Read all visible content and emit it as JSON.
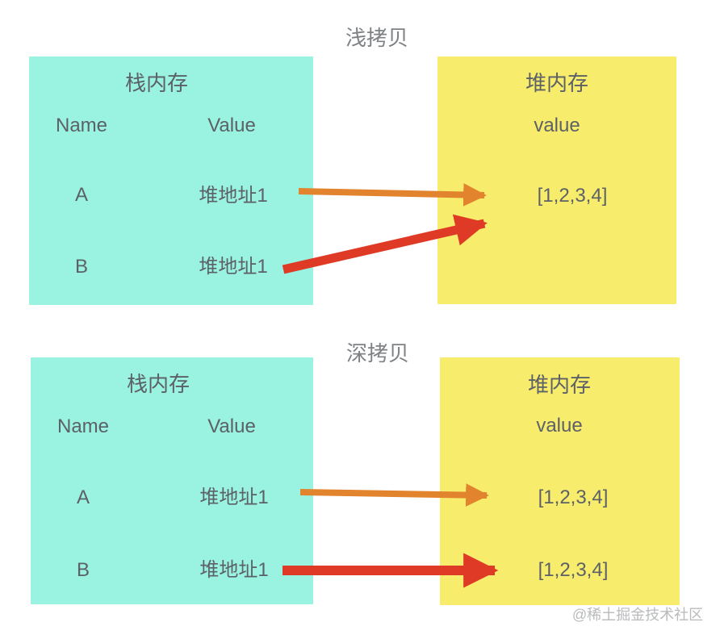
{
  "colors": {
    "stack_box": "#9AF2E1",
    "heap_box": "#F8EC6C",
    "text": "#5C6167",
    "title": "#7E8285",
    "orange_arrow": "#E2832E",
    "red_arrow": "#DF3A26",
    "watermark": "#B8BABC"
  },
  "sections": [
    {
      "id": "shallow-copy",
      "title": "浅拷贝",
      "stack": {
        "heading": "栈内存",
        "columns": [
          "Name",
          "Value"
        ],
        "rows": [
          {
            "name": "A",
            "value": "堆地址1"
          },
          {
            "name": "B",
            "value": "堆地址1"
          }
        ]
      },
      "heap": {
        "heading": "堆内存",
        "column": "value",
        "cells": [
          "[1,2,3,4]"
        ]
      },
      "arrows": [
        {
          "from": "A 堆地址1",
          "to": "[1,2,3,4]",
          "color": "orange"
        },
        {
          "from": "B 堆地址1",
          "to": "[1,2,3,4]",
          "color": "red"
        }
      ]
    },
    {
      "id": "deep-copy",
      "title": "深拷贝",
      "stack": {
        "heading": "栈内存",
        "columns": [
          "Name",
          "Value"
        ],
        "rows": [
          {
            "name": "A",
            "value": "堆地址1"
          },
          {
            "name": "B",
            "value": "堆地址1"
          }
        ]
      },
      "heap": {
        "heading": "堆内存",
        "column": "value",
        "cells": [
          "[1,2,3,4]",
          "[1,2,3,4]"
        ]
      },
      "arrows": [
        {
          "from": "A 堆地址1",
          "to": "first [1,2,3,4]",
          "color": "orange"
        },
        {
          "from": "B 堆地址1",
          "to": "second [1,2,3,4]",
          "color": "red"
        }
      ]
    }
  ],
  "watermark": "@稀土掘金技术社区"
}
